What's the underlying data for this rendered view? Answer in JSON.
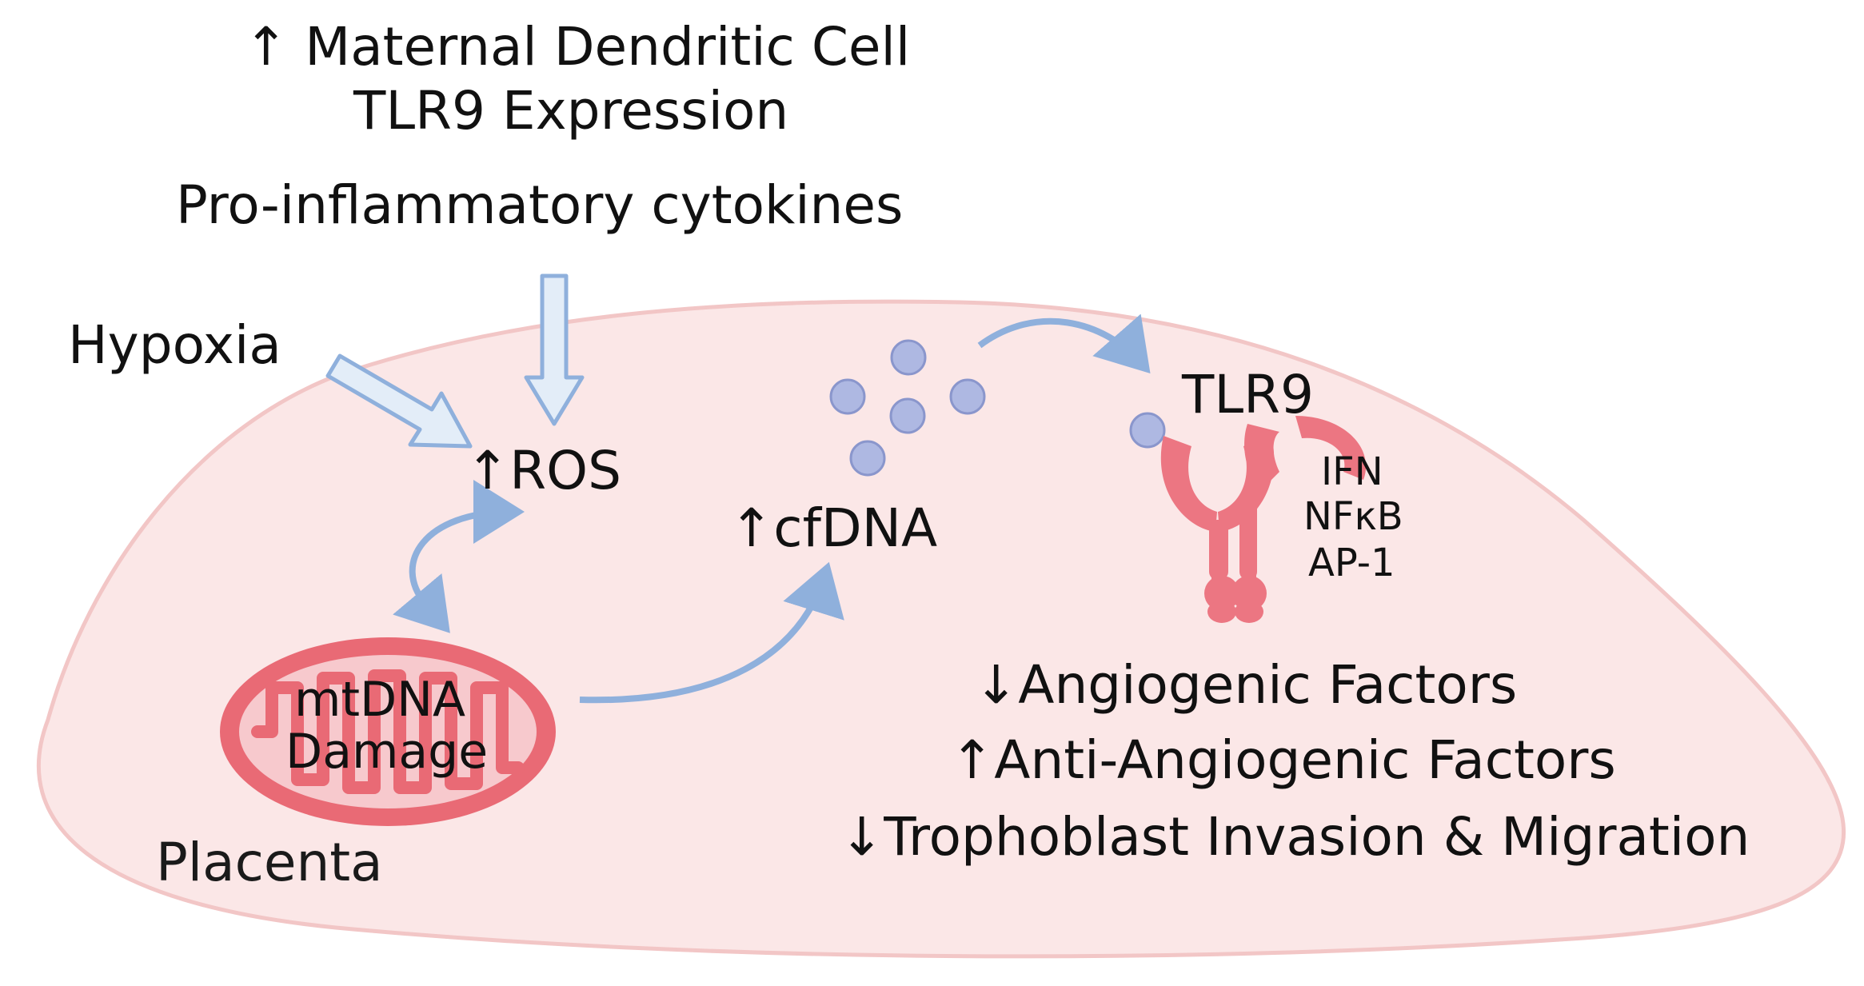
{
  "labels": {
    "dendritic_line1": "↑ Maternal Dendritic Cell",
    "dendritic_line2": "TLR9 Expression",
    "cytokines": "Pro-inflammatory cytokines",
    "hypoxia": "Hypoxia",
    "ros": "↑ROS",
    "cfdna": "↑cfDNA",
    "tlr9": "TLR9",
    "ifn": "IFN",
    "nfkb": "NFκB",
    "ap1": "AP-1",
    "mtdna_line1": "mtDNA",
    "mtdna_line2": "Damage",
    "placenta": "Placenta",
    "angiogenic": "↓Angiogenic Factors",
    "anti_angiogenic": "↑Anti-Angiogenic Factors",
    "trophoblast": "↓Trophoblast Invasion & Migration"
  },
  "colors": {
    "placenta_fill": "#fbe7e7",
    "placenta_stroke": "#f2c6c6",
    "mito_fill": "#e96a75",
    "mito_inner": "#f7c9cd",
    "receptor": "#ec7682",
    "arrow_blue": "#8fb0dc",
    "arrow_fill": "#e3edf8",
    "dot_fill": "#aeb8e2",
    "dot_stroke": "#8a96cc"
  }
}
